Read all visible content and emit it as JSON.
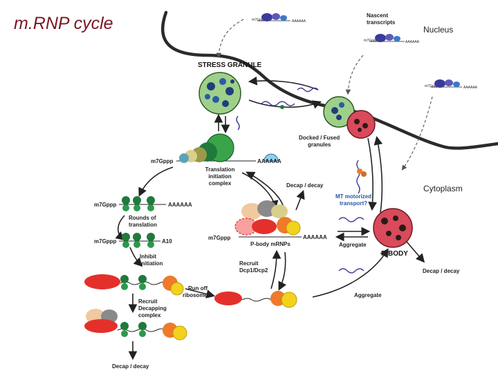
{
  "slide": {
    "title": "m.RNP cycle"
  },
  "labels": {
    "nascent_1": "Nascent",
    "nascent_2": "transcripts",
    "nucleus": "Nucleus",
    "cytoplasm": "Cytoplasm",
    "stress_granule": "STRESS GRANULE",
    "docked_1": "Docked / Fused",
    "docked_2": "granules",
    "pbody": "P-BODY",
    "pbody_mrnps": "P-body mRNPs",
    "m7gppp": "m7Gppp",
    "aaaaaa": "AAAAAA",
    "a10": "A10",
    "tic_1": "Translation",
    "tic_2": "initiation",
    "tic_3": "complex",
    "rounds_1": "Rounds of",
    "rounds_2": "translation",
    "inhibit_1": "Inhibit",
    "inhibit_2": "initiation",
    "recruit_dc_1": "Recruit",
    "recruit_dc_2": "Decapping",
    "recruit_dc_3": "complex",
    "runoff_1": "Run off",
    "runoff_2": "ribosomes",
    "recruit_dcp_1": "Recruit",
    "recruit_dcp_2": "Dcp1/Dcp2",
    "decay": "Decap / decay",
    "mt_1": "MT motorized",
    "mt_2": "transport?",
    "aggregate": "Aggregate"
  },
  "colors": {
    "title": "#7a1622",
    "ribosome": "#1f7a3c",
    "stress_granule": "#9fd08a",
    "pbody": "#d94a5a",
    "cap_red": "#e4302a",
    "orange": "#ee7a2a",
    "yellow": "#f2d21c",
    "label_blue": "#2a55a8"
  }
}
